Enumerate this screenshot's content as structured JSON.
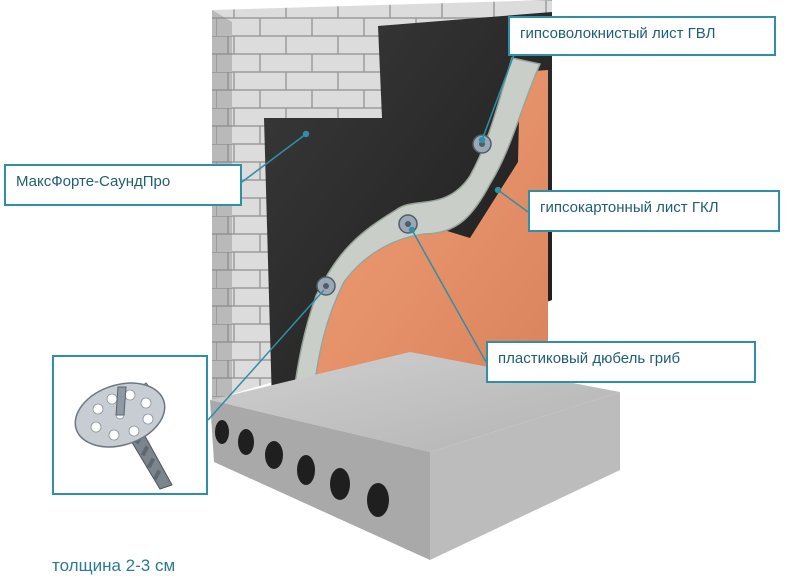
{
  "labels": {
    "gvl": "гипсоволокнистый лист ГВЛ",
    "maks": "МаксФорте-СаундПро",
    "gkl": "гипсокартонный лист ГКЛ",
    "dubel": "пластиковый дюбель гриб"
  },
  "footer": {
    "thickness": "толщина 2-3 см"
  },
  "colors": {
    "accent": "#2f8fa6",
    "label_text": "#1f5f74",
    "membrane": "#2a2a2a",
    "gkl_panel": "#e8946a",
    "gvl_panel": "#cfd4cc",
    "brick": "#d9d9d9",
    "slab": "#c2c2c2"
  }
}
